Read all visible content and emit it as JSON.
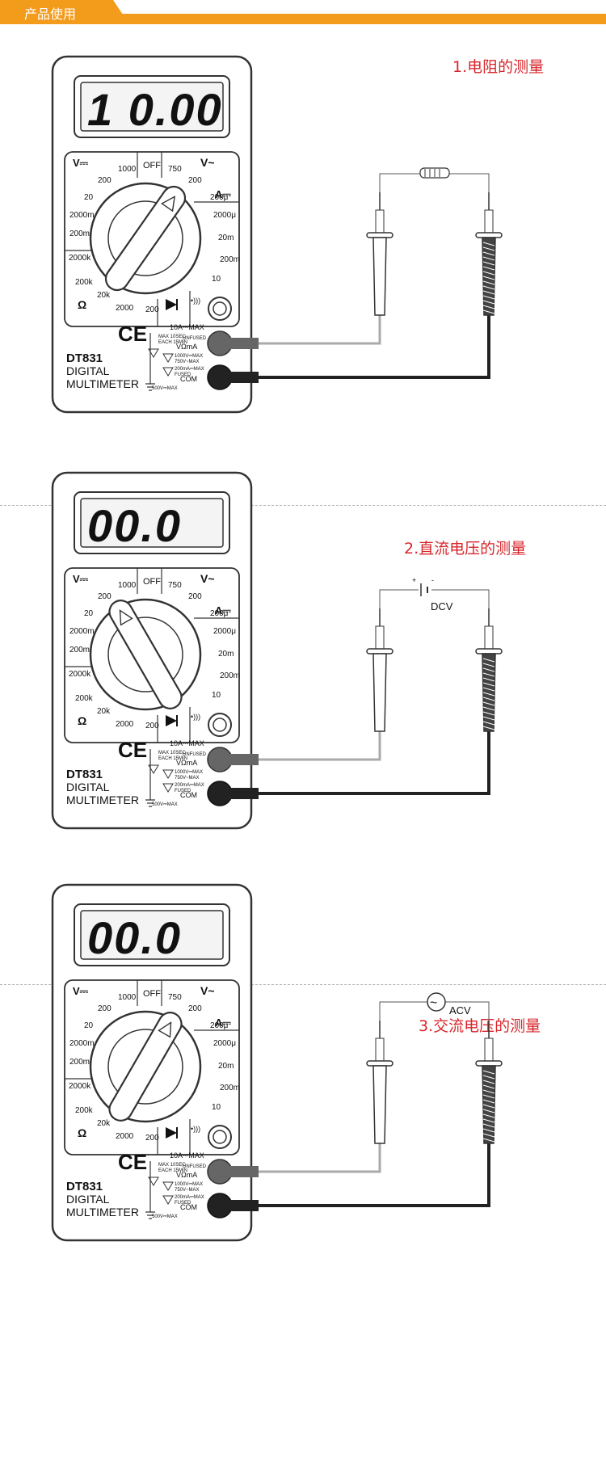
{
  "header": {
    "title": "产品使用",
    "accent": "#f39b1b"
  },
  "sections": [
    {
      "title": "1.电阻的测量",
      "lcd": "1 0.00",
      "source": {
        "type": "resistor",
        "label": ""
      },
      "knob": "resistance-200"
    },
    {
      "title": "2.直流电压的测量",
      "lcd": "00.0",
      "source": {
        "type": "battery",
        "label": "DCV",
        "plus": "+",
        "minus": "-"
      },
      "knob": "dcv-1000"
    },
    {
      "title": "3.交流电压的测量",
      "lcd": "00.0",
      "source": {
        "type": "ac",
        "label": "ACV",
        "symbol": "~"
      },
      "knob": "acv-750"
    }
  ],
  "meter": {
    "model": "DT831",
    "line1": "DIGITAL",
    "line2": "MULTIMETER",
    "dcv_symbol": "V",
    "acv_symbol": "V~",
    "dca_symbol": "A",
    "ohm_symbol": "Ω",
    "off": "OFF",
    "dcv_ranges": [
      "1000",
      "200",
      "20",
      "2000m",
      "200m"
    ],
    "ohm_ranges": [
      "2000k",
      "200k",
      "20k",
      "2000",
      "200"
    ],
    "acv_ranges": [
      "750",
      "200"
    ],
    "dca_ranges": [
      "200μ",
      "2000μ",
      "20m",
      "200m",
      "10"
    ],
    "jack_10a": "10A⎓MAX",
    "jack_10a_note1": "MAX 10SEC",
    "jack_10a_note2": "EACH 15MIN",
    "unfused": "UNFUSED",
    "jack_vma": "VΩmA",
    "limit1": "1000V⎓MAX",
    "limit2": "750V~MAX",
    "limit3": "200mA⎓MAX",
    "fused": "FUSED",
    "com": "COM",
    "ground_limit": "500V⎓MAX",
    "ce": "CE"
  },
  "colors": {
    "title_red": "#d7262b",
    "red_lead": "#888888",
    "black_lead": "#222222"
  }
}
